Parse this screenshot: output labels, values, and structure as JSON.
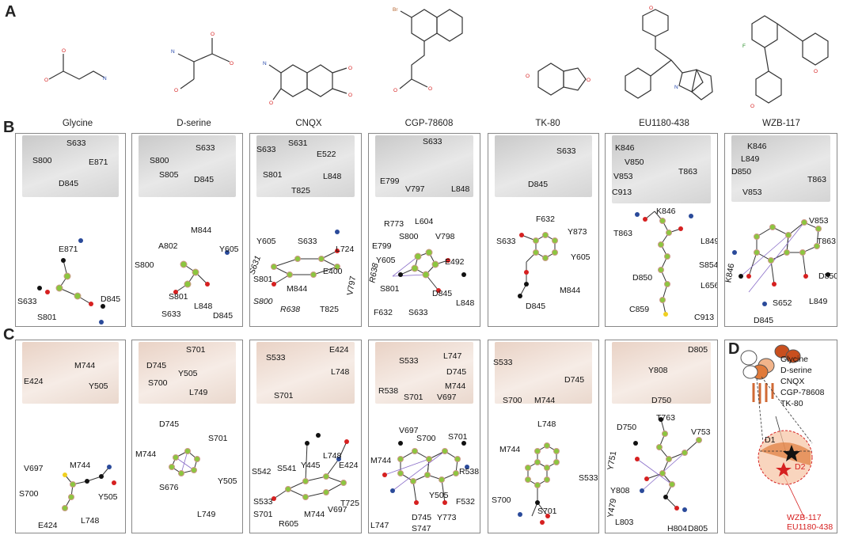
{
  "sections": {
    "a": "A",
    "b": "B",
    "c": "C",
    "d": "D"
  },
  "molecules": [
    "Glycine",
    "D-serine",
    "CNQX",
    "CGP-78608",
    "TK-80",
    "EU1180-438",
    "WZB-117"
  ],
  "row_b": [
    {
      "struct_labels": [
        "S633",
        "S800",
        "E871",
        "D845"
      ],
      "map_labels": [
        "E871",
        "S633",
        "S801",
        "D845"
      ]
    },
    {
      "struct_labels": [
        "S633",
        "S800",
        "S805",
        "D845"
      ],
      "map_labels": [
        "M844",
        "A802",
        "Y605",
        "S800",
        "S801",
        "L848",
        "S633",
        "D845"
      ]
    },
    {
      "struct_labels": [
        "S631",
        "S633",
        "E522",
        "S801",
        "L848",
        "T825"
      ],
      "map_labels": [
        "Y605",
        "S633",
        "L724",
        "S631",
        "S801",
        "E400",
        "V797",
        "M844",
        "S800",
        "R638",
        "T825"
      ]
    },
    {
      "struct_labels": [
        "S633",
        "E799",
        "V797",
        "L848"
      ],
      "map_labels": [
        "R773",
        "L604",
        "S800",
        "V798",
        "E799",
        "Y605",
        "E492",
        "R638",
        "S801",
        "D845",
        "L848",
        "F632",
        "S633"
      ]
    },
    {
      "struct_labels": [
        "S633",
        "D845"
      ],
      "map_labels": [
        "F632",
        "Y873",
        "S633",
        "Y605",
        "M844",
        "D845"
      ]
    },
    {
      "struct_labels": [
        "K846",
        "V850",
        "V853",
        "T863",
        "C913"
      ],
      "map_labels": [
        "K846",
        "T863",
        "L849",
        "S854",
        "D850",
        "L656",
        "C859",
        "C913"
      ]
    },
    {
      "struct_labels": [
        "K846",
        "L849",
        "D850",
        "T863",
        "V853"
      ],
      "map_labels": [
        "V853",
        "T863",
        "K846",
        "D850",
        "S652",
        "L849",
        "D845"
      ]
    }
  ],
  "row_c": [
    {
      "struct_labels": [
        "M744",
        "E424",
        "Y505"
      ],
      "map_labels": [
        "M744",
        "V697",
        "S700",
        "Y505",
        "E424",
        "L748"
      ]
    },
    {
      "struct_labels": [
        "S701",
        "D745",
        "Y505",
        "S700",
        "L749"
      ],
      "map_labels": [
        "D745",
        "S701",
        "M744",
        "Y505",
        "S676",
        "L749"
      ]
    },
    {
      "struct_labels": [
        "E424",
        "S533",
        "L748",
        "S701"
      ],
      "map_labels": [
        "S542",
        "S541",
        "Y445",
        "L748",
        "E424",
        "S533",
        "T725",
        "S701",
        "R605",
        "M744",
        "V697"
      ]
    },
    {
      "struct_labels": [
        "L747",
        "S533",
        "D745",
        "M744",
        "R538",
        "S701",
        "V697"
      ],
      "map_labels": [
        "V697",
        "S700",
        "S701",
        "M744",
        "R538",
        "Y505",
        "F532",
        "L747",
        "D745",
        "Y773",
        "S747"
      ]
    },
    {
      "struct_labels": [
        "S533",
        "D745",
        "S700",
        "M744"
      ],
      "map_labels": [
        "L748",
        "M744",
        "S533",
        "S700",
        "S701"
      ]
    },
    {
      "struct_labels": [
        "D805",
        "Y808",
        "D750"
      ],
      "map_labels": [
        "T763",
        "D750",
        "V753",
        "Y751",
        "Y808",
        "Y479",
        "L803",
        "H804",
        "D805"
      ]
    }
  ],
  "panel_d": {
    "ligands_black": [
      "Glycine",
      "D-serine",
      "CNQX",
      "CGP-78608",
      "TK-80"
    ],
    "ligands_red": [
      "WZB-117",
      "EU1180-438"
    ],
    "sites": [
      "D1",
      "D2"
    ]
  },
  "colors": {
    "red": "#d62020",
    "orange": "#e07a3a",
    "gray_ribbon": "#d0d0d0",
    "tan_ribbon": "#efdfd5",
    "ligand_green": "#8cc63f"
  }
}
